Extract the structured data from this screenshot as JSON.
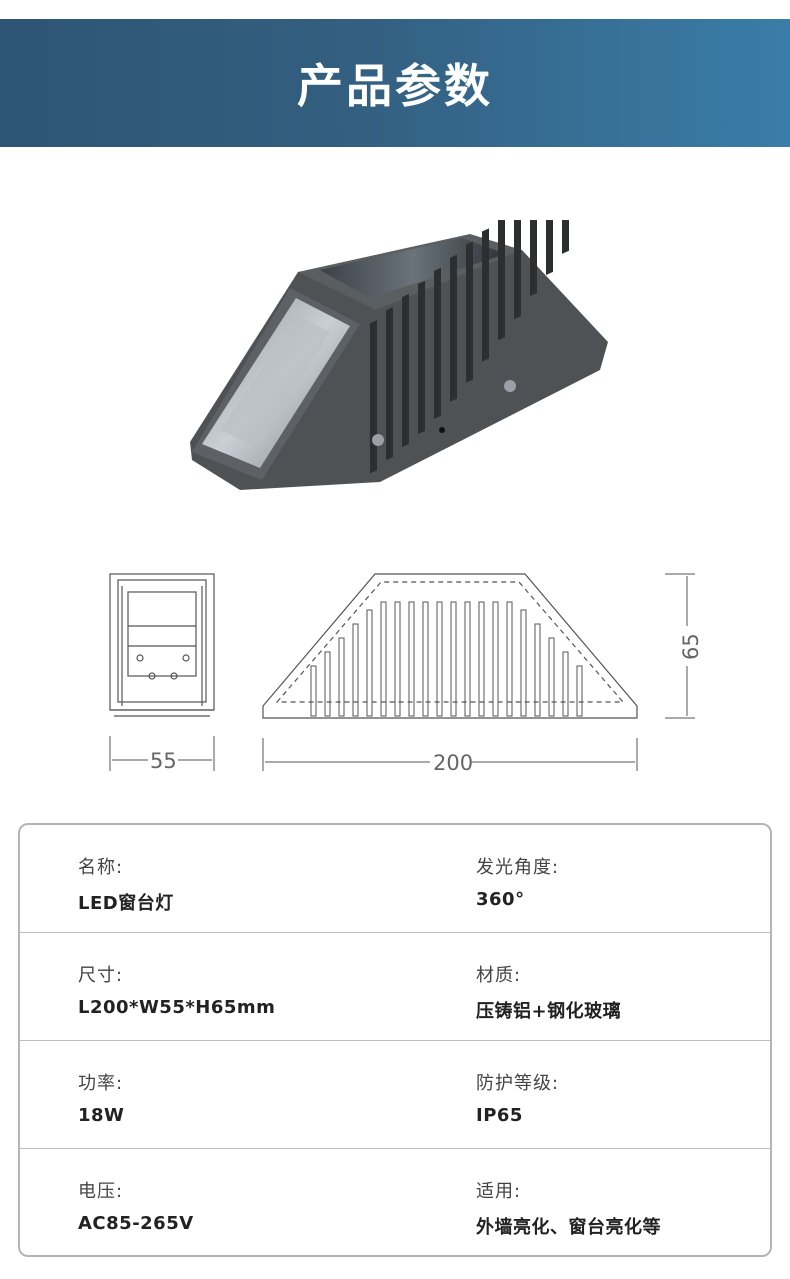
{
  "header": {
    "title": "产品参数"
  },
  "drawing": {
    "width_label": "55",
    "length_label": "200",
    "height_label": "65"
  },
  "specs": {
    "rows": [
      {
        "left": {
          "key": "名称:",
          "value": "LED窗台灯"
        },
        "right": {
          "key": "发光角度:",
          "value": "360°"
        }
      },
      {
        "left": {
          "key": "尺寸:",
          "value": "L200*W55*H65mm"
        },
        "right": {
          "key": "材质:",
          "value": "压铸铝+钢化玻璃"
        }
      },
      {
        "left": {
          "key": "功率:",
          "value": "18W"
        },
        "right": {
          "key": "防护等级:",
          "value": "IP65"
        }
      },
      {
        "left": {
          "key": "电压:",
          "value": "AC85-265V"
        },
        "right": {
          "key": "适用:",
          "value": "外墙亮化、窗台亮化等"
        }
      }
    ]
  },
  "colors": {
    "banner_start": "#2e5573",
    "banner_end": "#3a7da8",
    "lamp_body": "#4e5154",
    "line": "#555555"
  }
}
